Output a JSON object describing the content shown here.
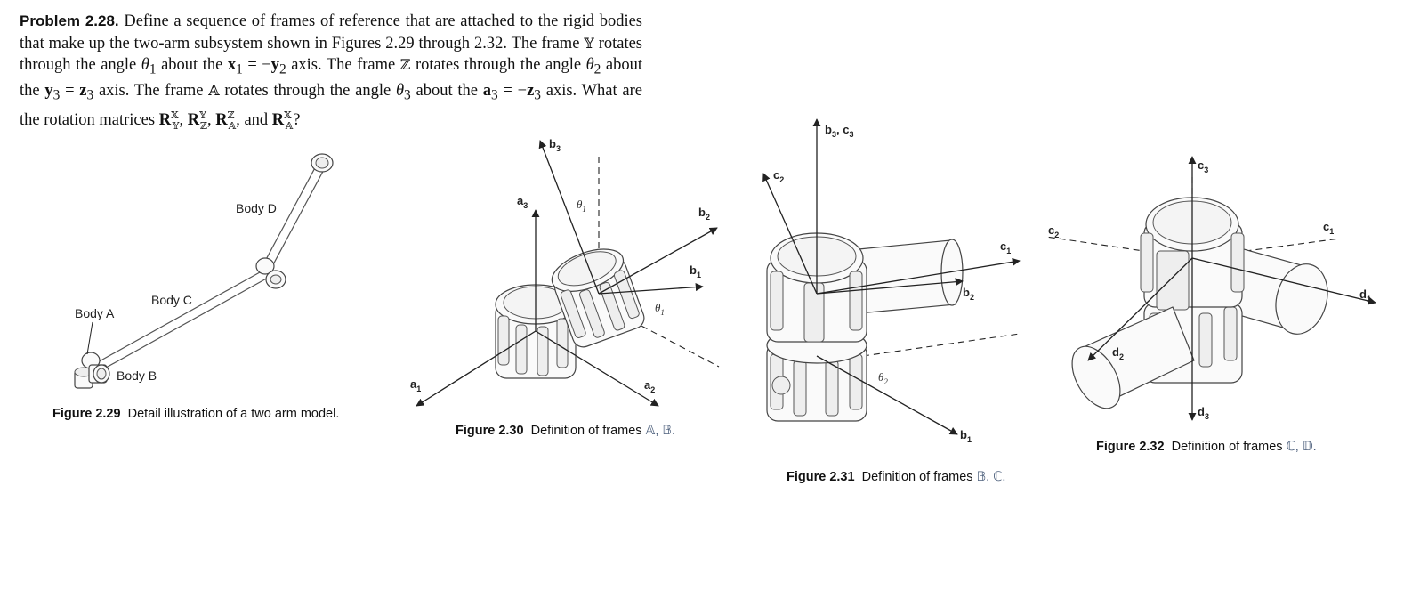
{
  "problem": {
    "label": "Problem 2.28.",
    "text1": " Define a sequence of frames of reference that are attached to the rigid bodies that make up the two-arm subsystem shown in Figures 2.29 through 2.32. The frame ",
    "frameY": "𝕐",
    "text2": " rotates through the angle ",
    "theta1": "θ",
    "text3": " about the ",
    "x1": "x",
    "eq1": " = −",
    "y2": "y",
    "text4": " axis. The frame ",
    "frameZ": "ℤ",
    "text5": " rotates through the angle ",
    "theta2": "θ",
    "text6": " about the ",
    "y3": "y",
    "eq2": " = ",
    "z3": "z",
    "text7": " axis. The frame ",
    "frameA": "𝔸",
    "text8": " rotates through the angle ",
    "theta3": "θ",
    "text9": " about the ",
    "a3": "a",
    "eq3": " = −",
    "z3b": "z",
    "text10": " axis. What are the rotation matrices ",
    "R": "R",
    "comma": ", ",
    "and": ", and ",
    "end": "?",
    "subs": {
      "one": "1",
      "two": "2",
      "three": "3"
    },
    "R1": {
      "sup": "𝕏",
      "sub": "𝕐"
    },
    "R2": {
      "sup": "𝕐",
      "sub": "ℤ"
    },
    "R3": {
      "sup": "ℤ",
      "sub": "𝔸"
    },
    "R4": {
      "sup": "𝕏",
      "sub": "𝔸"
    }
  },
  "figures": {
    "f29": {
      "caption_num": "Figure 2.29",
      "caption_text": "Detail illustration of a two arm model.",
      "labels": {
        "bodyD": "Body D",
        "bodyC": "Body C",
        "bodyA": "Body A",
        "bodyB": "Body B"
      }
    },
    "f30": {
      "caption_num": "Figure 2.30",
      "caption_text": "Definition of frames ",
      "caption_frames": "𝔸, 𝔹.",
      "axes": {
        "b3": "b",
        "a3": "a",
        "b2": "b",
        "b1": "b",
        "a1": "a",
        "a2": "a"
      },
      "angles": {
        "top": "θ",
        "mid": "θ"
      }
    },
    "f31": {
      "caption_num": "Figure 2.31",
      "caption_text": "Definition of frames ",
      "caption_frames": "𝔹, ℂ.",
      "axes": {
        "b3c3": "b",
        "c3part": ", c",
        "c2": "c",
        "c1": "c",
        "b2": "b",
        "b1": "b"
      },
      "angles": {
        "theta2": "θ"
      }
    },
    "f32": {
      "caption_num": "Figure 2.32",
      "caption_text": "Definition of frames ",
      "caption_frames": "ℂ, 𝔻.",
      "axes": {
        "c3": "c",
        "c2": "c",
        "c1": "c",
        "d1": "d",
        "d2": "d",
        "d3": "d"
      }
    }
  }
}
